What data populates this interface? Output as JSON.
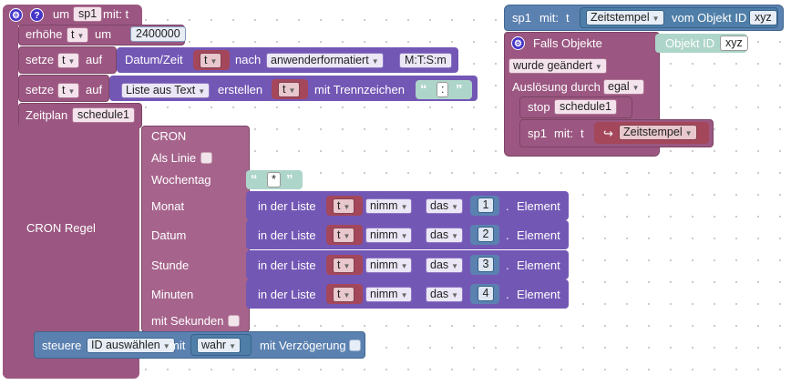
{
  "left_script": {
    "header": {
      "um_label": "um",
      "var": "sp1",
      "mit_label": "mit: t",
      "help_glyph": "?"
    },
    "increment": {
      "label": "erhöhe",
      "var": "t",
      "um_label": "um",
      "value": "2400000"
    },
    "set_datetime": {
      "label": "setze",
      "var": "t",
      "auf_label": "auf",
      "func_label": "Datum/Zeit",
      "arg_var": "t",
      "nach_label": "nach",
      "format": "anwenderformatiert",
      "format_pattern": "M:T:S:m"
    },
    "set_list": {
      "label": "setze",
      "var": "t",
      "auf_label": "auf",
      "func": "Liste aus Text",
      "erstellen_label": "erstellen",
      "arg_var": "t",
      "delim_label": "mit Trennzeichen",
      "delim_value": ":"
    },
    "schedule": {
      "label": "Zeitplan",
      "name": "schedule1",
      "rule_label": "CRON Regel",
      "cron": {
        "title": "CRON",
        "as_line_label": "Als Linie",
        "weekday_label": "Wochentag",
        "weekday_value": "*",
        "rows": [
          {
            "label": "Monat",
            "list_label": "in der Liste",
            "var": "t",
            "op": "nimm",
            "pos": "das",
            "index": "1",
            "suffix": "Element"
          },
          {
            "label": "Datum",
            "list_label": "in der Liste",
            "var": "t",
            "op": "nimm",
            "pos": "das",
            "index": "2",
            "suffix": "Element"
          },
          {
            "label": "Stunde",
            "list_label": "in der Liste",
            "var": "t",
            "op": "nimm",
            "pos": "das",
            "index": "3",
            "suffix": "Element"
          },
          {
            "label": "Minuten",
            "list_label": "in der Liste",
            "var": "t",
            "op": "nimm",
            "pos": "das",
            "index": "4",
            "suffix": "Element"
          }
        ],
        "seconds_label": "mit Sekunden"
      },
      "control": {
        "label": "steuere",
        "select": "ID auswählen",
        "mit_label": "mit",
        "value": "wahr",
        "delay_label": "mit Verzögerung"
      }
    }
  },
  "right_script": {
    "header": {
      "fn": "sp1",
      "mit_label": "mit:",
      "arg": "t",
      "value_func": "Zeitstempel",
      "object_label": "vom Objekt ID",
      "object_id": "xyz"
    },
    "trigger": {
      "label": "Falls Objekte",
      "object_label": "Objekt ID",
      "object_id": "xyz",
      "event": "wurde geändert",
      "trigger_label": "Auslösung durch",
      "trigger_value": "egal"
    },
    "stop": {
      "label": "stop",
      "name": "schedule1"
    },
    "call": {
      "fn": "sp1",
      "mit_label": "mit:",
      "arg": "t",
      "value": "Zeitstempel"
    }
  }
}
